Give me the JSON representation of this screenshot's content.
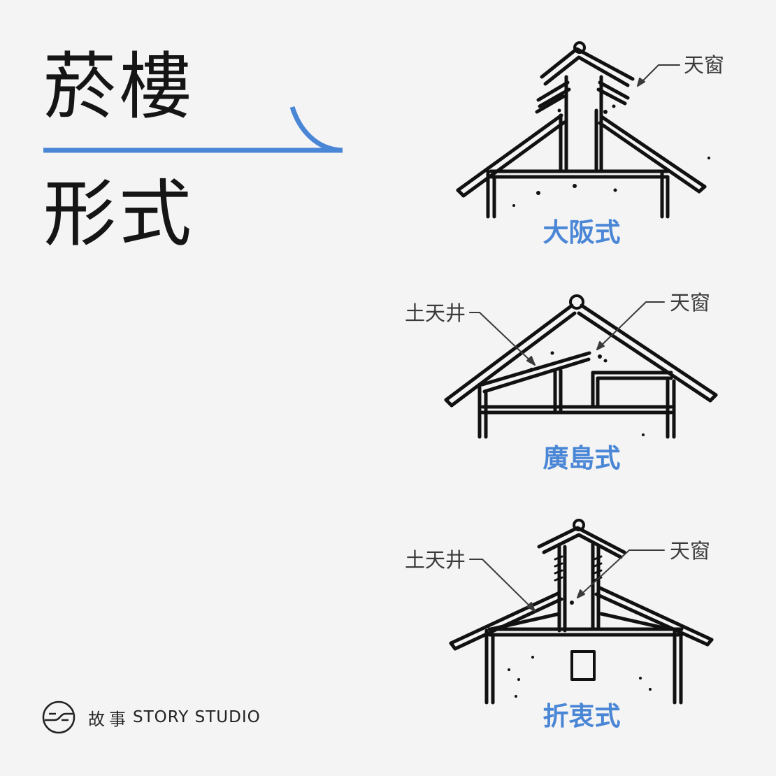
{
  "title": {
    "line1": "菸樓",
    "line2": "形式"
  },
  "diagrams": [
    {
      "caption": "大阪式",
      "labels": [
        "天窗"
      ]
    },
    {
      "caption": "廣島式",
      "labels": [
        "土天井",
        "天窗"
      ]
    },
    {
      "caption": "折衷式",
      "labels": [
        "土天井",
        "天窗"
      ]
    }
  ],
  "brand": {
    "cn": "故事",
    "en": "STORY STUDIO"
  },
  "colors": {
    "accent": "#4a86d6",
    "background": "#f4f4f4",
    "ink": "#111111"
  }
}
